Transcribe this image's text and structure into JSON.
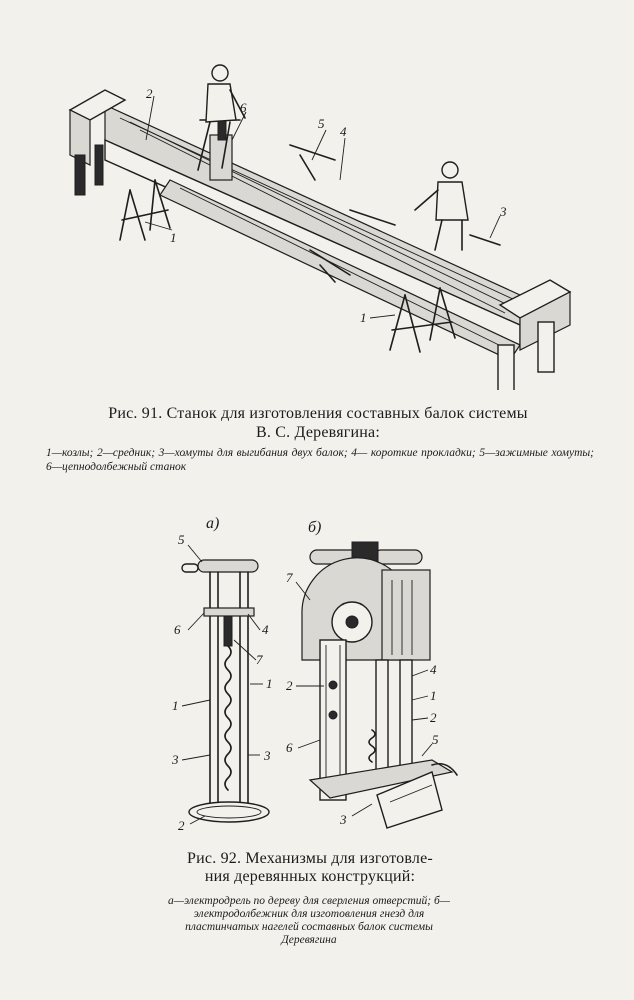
{
  "figure91": {
    "caption_line1": "Рис. 91. Станок для изготовления составных балок системы",
    "caption_line2": "В. С. Деревягина:",
    "legend": "1—козлы; 2—средник; 3—хомуты для выгибания двух балок; 4— короткие прокладки; 5—зажимные хомуты; 6—цепнодолбежный станок",
    "labels": {
      "l1a": "1",
      "l1b": "1",
      "l2": "2",
      "l3": "3",
      "l4": "4",
      "l5": "5",
      "l6": "6"
    }
  },
  "figure92": {
    "caption_line1": "Рис. 92. Механизмы для изготовле-",
    "caption_line2": "ния деревянных конструкций:",
    "legend": "а—электродрель по дереву для сверления отверстий; б—электродолбежник для изготовления гнезд для пластинчатых нагелей составных балок системы Деревягина",
    "sub_a": "а)",
    "sub_b": "б)",
    "labels_a": {
      "n5": "5",
      "n6": "6",
      "n4": "4",
      "n7": "7",
      "n1a": "1",
      "n1b": "1",
      "n3a": "3",
      "n3b": "3",
      "n2": "2"
    },
    "labels_b": {
      "n7": "7",
      "n2": "2",
      "n4": "4",
      "n1": "1",
      "n2b": "2",
      "n5": "5",
      "n6": "6",
      "n3": "3"
    }
  }
}
